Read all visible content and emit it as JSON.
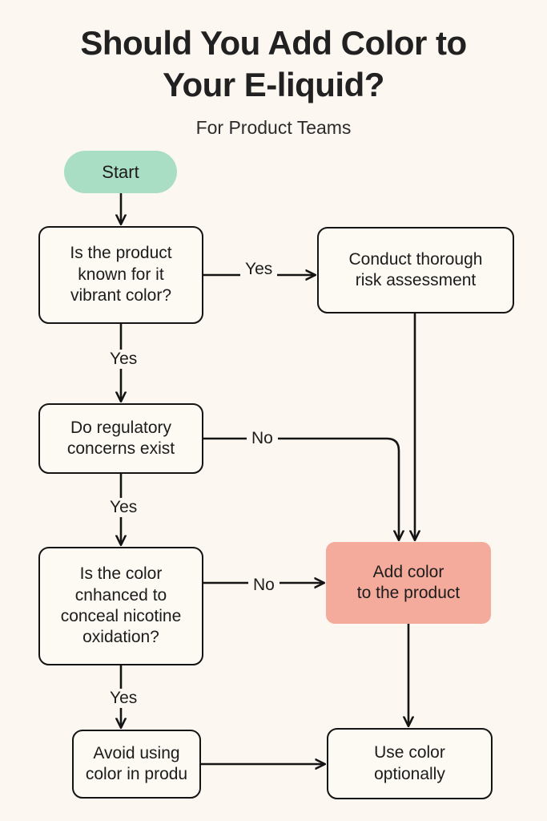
{
  "header": {
    "title": "Should You Add Color to Your E-liquid?",
    "subtitle": "For Product Teams"
  },
  "colors": {
    "background": "#fdf7f1",
    "node_fill": "#fdf9f3",
    "node_stroke": "#141414",
    "start_fill": "#a9ddc4",
    "accent_fill": "#f4ab9b",
    "text": "#1c1c1c"
  },
  "flowchart": {
    "type": "flowchart",
    "nodes": [
      {
        "id": "start",
        "label": "Start",
        "shape": "pill"
      },
      {
        "id": "q1",
        "label": "Is the product\nknown for it\nvibrant color?",
        "shape": "box"
      },
      {
        "id": "risk",
        "label": "Conduct thorough\nrisk assessment",
        "shape": "box"
      },
      {
        "id": "q2",
        "label": "Do regulatory\nconcerns exist",
        "shape": "box"
      },
      {
        "id": "q3",
        "label": "Is the color\ncnhanced to\nconceal nicotine\noxidation?",
        "shape": "box"
      },
      {
        "id": "add",
        "label": "Add color\nto the product",
        "shape": "accent"
      },
      {
        "id": "avoid",
        "label": "Avoid using\ncolor in produ",
        "shape": "box"
      },
      {
        "id": "use",
        "label": "Use color\noptionally",
        "shape": "box"
      }
    ],
    "edges": [
      {
        "from": "start",
        "to": "q1",
        "label": ""
      },
      {
        "from": "q1",
        "to": "risk",
        "label": "Yes"
      },
      {
        "from": "q1",
        "to": "q2",
        "label": "Yes"
      },
      {
        "from": "risk",
        "to": "add",
        "label": ""
      },
      {
        "from": "q2",
        "to": "add",
        "label": "No"
      },
      {
        "from": "q2",
        "to": "q3",
        "label": "Yes"
      },
      {
        "from": "q3",
        "to": "add",
        "label": "No"
      },
      {
        "from": "q3",
        "to": "avoid",
        "label": "Yes"
      },
      {
        "from": "avoid",
        "to": "use",
        "label": ""
      },
      {
        "from": "add",
        "to": "use",
        "label": ""
      }
    ]
  }
}
